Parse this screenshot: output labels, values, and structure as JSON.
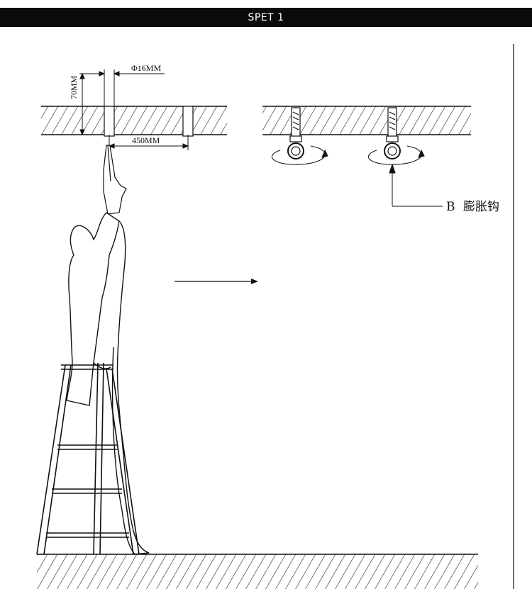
{
  "header": {
    "title": "SPET 1"
  },
  "diagram": {
    "dimensions": {
      "diameter": "Φ16MM",
      "depth": "70MM",
      "spacing": "450MM"
    },
    "callout": {
      "letter": "B",
      "label": "膨胀钩"
    }
  },
  "colors": {
    "header_bg": "#0b0b0b",
    "header_text": "#ffffff",
    "line": "#111111"
  }
}
